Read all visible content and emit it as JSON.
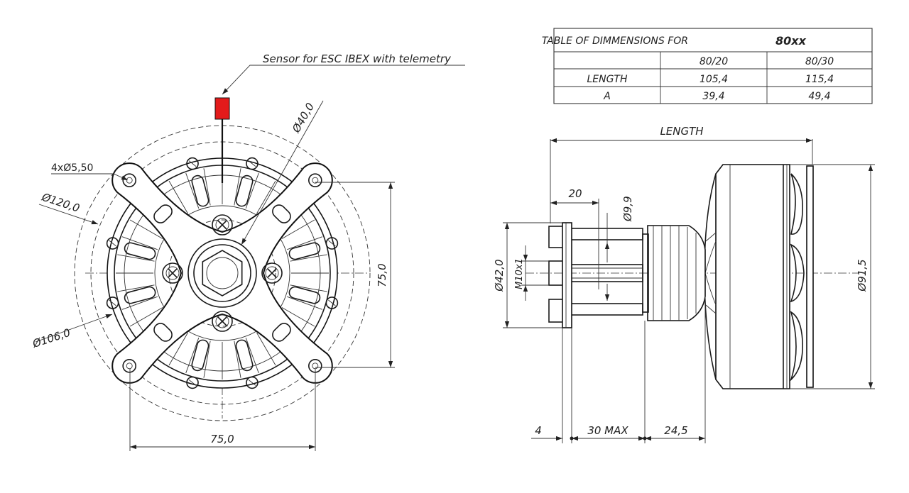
{
  "table": {
    "title_prefix": "TABLE OF DIMMENSIONS FOR",
    "title_model": "80xx",
    "headers": [
      "",
      "80/20",
      "80/30"
    ],
    "rows": [
      [
        "LENGTH",
        "105,4",
        "115,4"
      ],
      [
        "A",
        "39,4",
        "49,4"
      ]
    ]
  },
  "front_view": {
    "sensor_label": "Sensor for ESC IBEX with telemetry",
    "sensor_color": "#e31b1b",
    "hole_callout": "4xØ5,50",
    "dia_120": "Ø120,0",
    "dia_106": "Ø106,0",
    "dia_40": "Ø40,0",
    "width_75": "75,0",
    "height_75": "75,0"
  },
  "side_view": {
    "length_label": "LENGTH",
    "dim_20": "20",
    "dia_9_9": "Ø9,9",
    "dia_42": "Ø42,0",
    "thread": "M10x1",
    "dia_91_5": "Ø91,5",
    "dim_4": "4",
    "dim_30max": "30 MAX",
    "dim_24_5": "24,5"
  }
}
